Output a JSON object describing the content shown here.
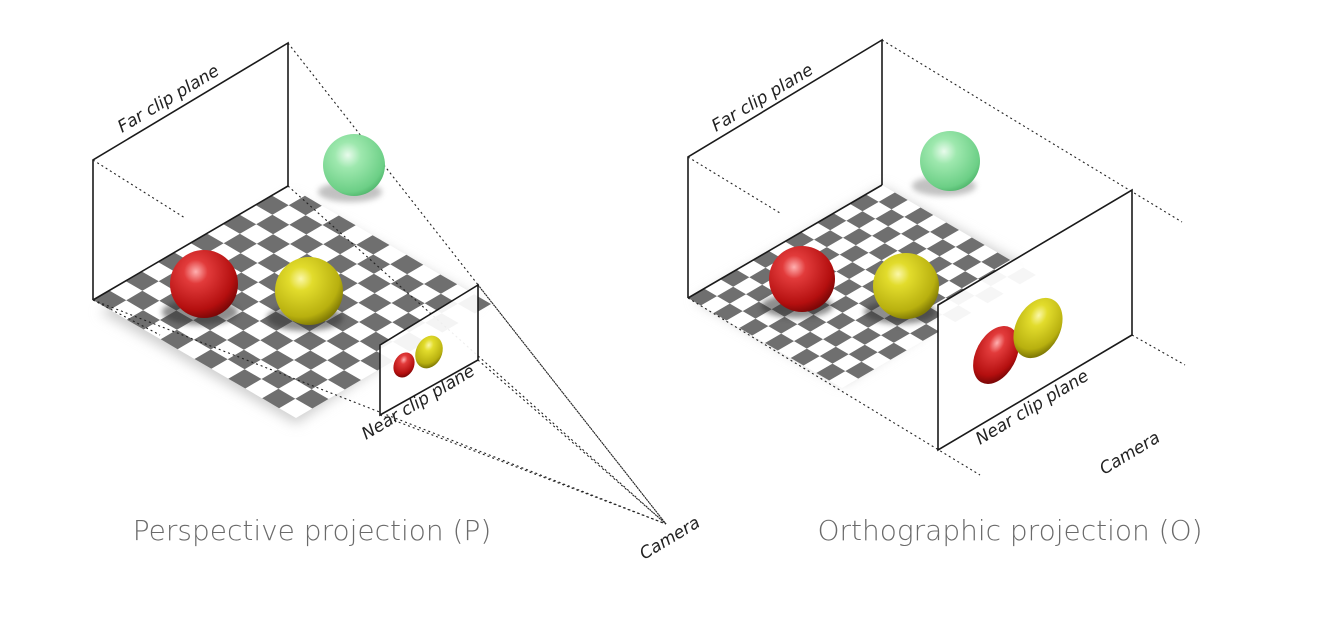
{
  "diagrams": [
    {
      "id": "perspective",
      "caption": "Perspective projection (P)",
      "far_label": "Far clip plane",
      "near_label": "Near clip plane",
      "camera_label": "Camera"
    },
    {
      "id": "orthographic",
      "caption": "Orthographic projection (O)",
      "far_label": "Far clip plane",
      "near_label": "Near clip plane",
      "camera_label": "Camera"
    }
  ],
  "colors": {
    "checker_dark": "#6f6f6f",
    "checker_light": "#ffffff",
    "sphere_red": "#d42222",
    "sphere_yellow": "#d9d21a",
    "sphere_green": "#7fe09a",
    "caption_text": "#6a6a6a",
    "line": "#1a1a1a"
  },
  "spheres": [
    "red",
    "yellow",
    "green"
  ]
}
